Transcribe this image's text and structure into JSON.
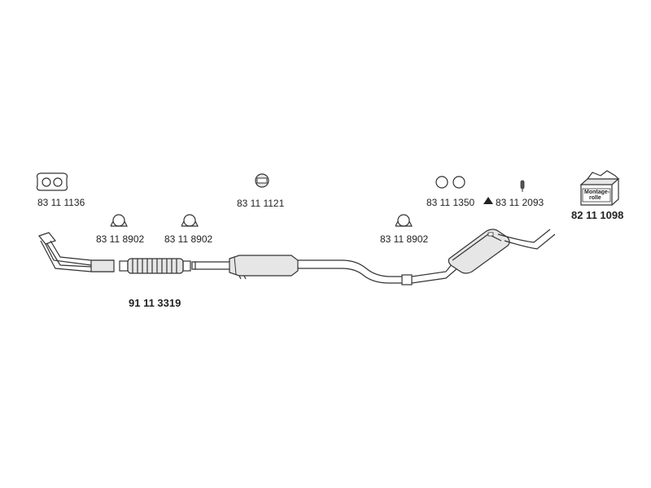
{
  "parts": {
    "gasket": "83 11 1136",
    "clamp_1": "83 11 8902",
    "clamp_2": "83 11 8902",
    "hanger_center": "83 11 1121",
    "rings": "83 11 1350",
    "bolt_item": "83 11 2093",
    "clamp_3": "83 11 8902",
    "mounting_kit": "82 11 1098",
    "system": "91 11 3319"
  },
  "mounting_kit_text": {
    "line1": "Montage-",
    "line2": "rolle"
  },
  "colors": {
    "line": "#333333",
    "fill": "#e6e6e6"
  }
}
